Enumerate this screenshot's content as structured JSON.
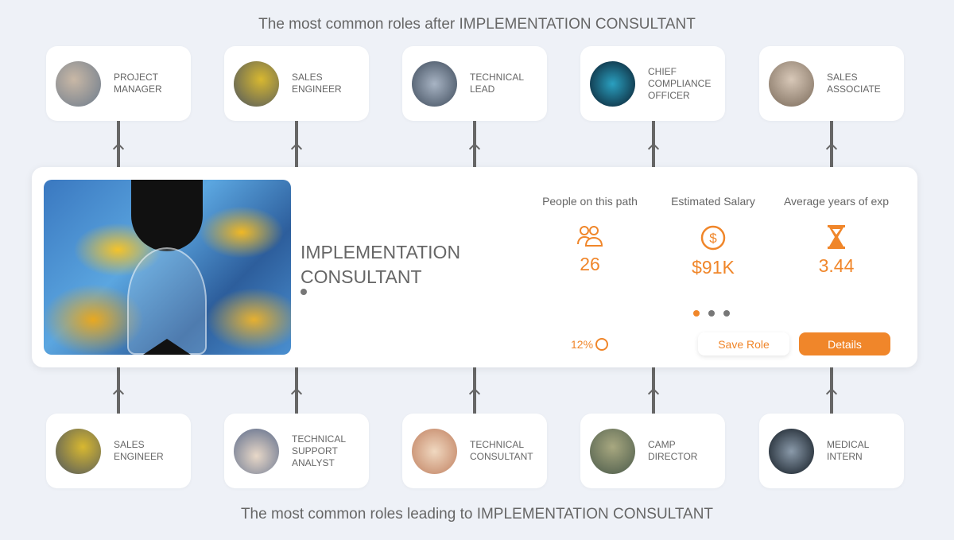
{
  "after_heading": "The most common roles after IMPLEMENTATION CONSULTANT",
  "before_heading": "The most common roles leading to IMPLEMENTATION CONSULTANT",
  "next_roles": [
    {
      "label": "Project Manager"
    },
    {
      "label": "Sales Engineer"
    },
    {
      "label": "Technical Lead"
    },
    {
      "label": "Chief Compliance Officer"
    },
    {
      "label": "Sales Associate"
    }
  ],
  "previous_roles": [
    {
      "label": "Sales Engineer"
    },
    {
      "label": "Technical Support Analyst"
    },
    {
      "label": "Technical Consultant"
    },
    {
      "label": "Camp Director"
    },
    {
      "label": "Medical Intern"
    }
  ],
  "current": {
    "title": "Implementation Consultant",
    "stats": [
      {
        "label": "People on this path",
        "value": "26",
        "icon": "people-icon"
      },
      {
        "label": "Estimated Salary",
        "value": "$91K",
        "icon": "dollar-icon"
      },
      {
        "label": "Average years of exp",
        "value": "3.44",
        "icon": "hourglass-icon"
      }
    ],
    "percent": "12%",
    "save_label": "Save Role",
    "details_label": "Details"
  },
  "colors": {
    "accent": "#f0862a",
    "background": "#eef1f7"
  }
}
